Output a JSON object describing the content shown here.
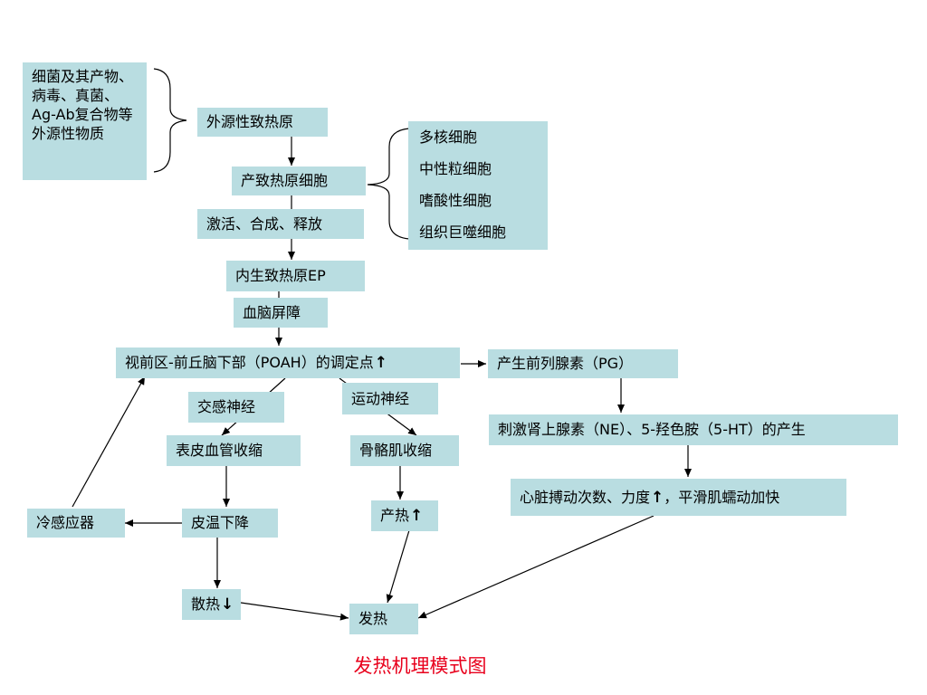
{
  "nodes": {
    "exo_sources": "细菌及其产物、病毒、真菌、Ag-Ab复合物等外源性物质",
    "exo_pyrogen": "外源性致热原",
    "ep_cells": "产致热原细胞",
    "activate": "激活、合成、释放",
    "cell_types": [
      "多核细胞",
      "中性粒细胞",
      "嗜酸性细胞",
      "组织巨噬细胞"
    ],
    "endo_pyrogen": "内生致热原EP",
    "bbb": "血脑屏障",
    "poah": "视前区-前丘脑下部（POAH）的调定点",
    "sympathetic": "交感神经",
    "motor": "运动神经",
    "vasoconstriction": "表皮血管收缩",
    "muscle_contraction": "骨骼肌收缩",
    "cold_receptor": "冷感应器",
    "skin_temp_drop": "皮温下降",
    "heat_production": "产热",
    "heat_loss": "散热",
    "fever": "发热",
    "pg": "产生前列腺素（PG）",
    "ne_5ht": "刺激肾上腺素（NE）、5-羟色胺（5-HT）的产生",
    "heart": "心脏搏动次数、力度",
    "heart_tail": "，平滑肌蠕动加快"
  },
  "glyphs": {
    "up": "↑",
    "down": "↓"
  },
  "caption": "发热机理模式图",
  "colors": {
    "box": "#b9dde1",
    "caption": "#e8001c",
    "line": "#000000"
  }
}
